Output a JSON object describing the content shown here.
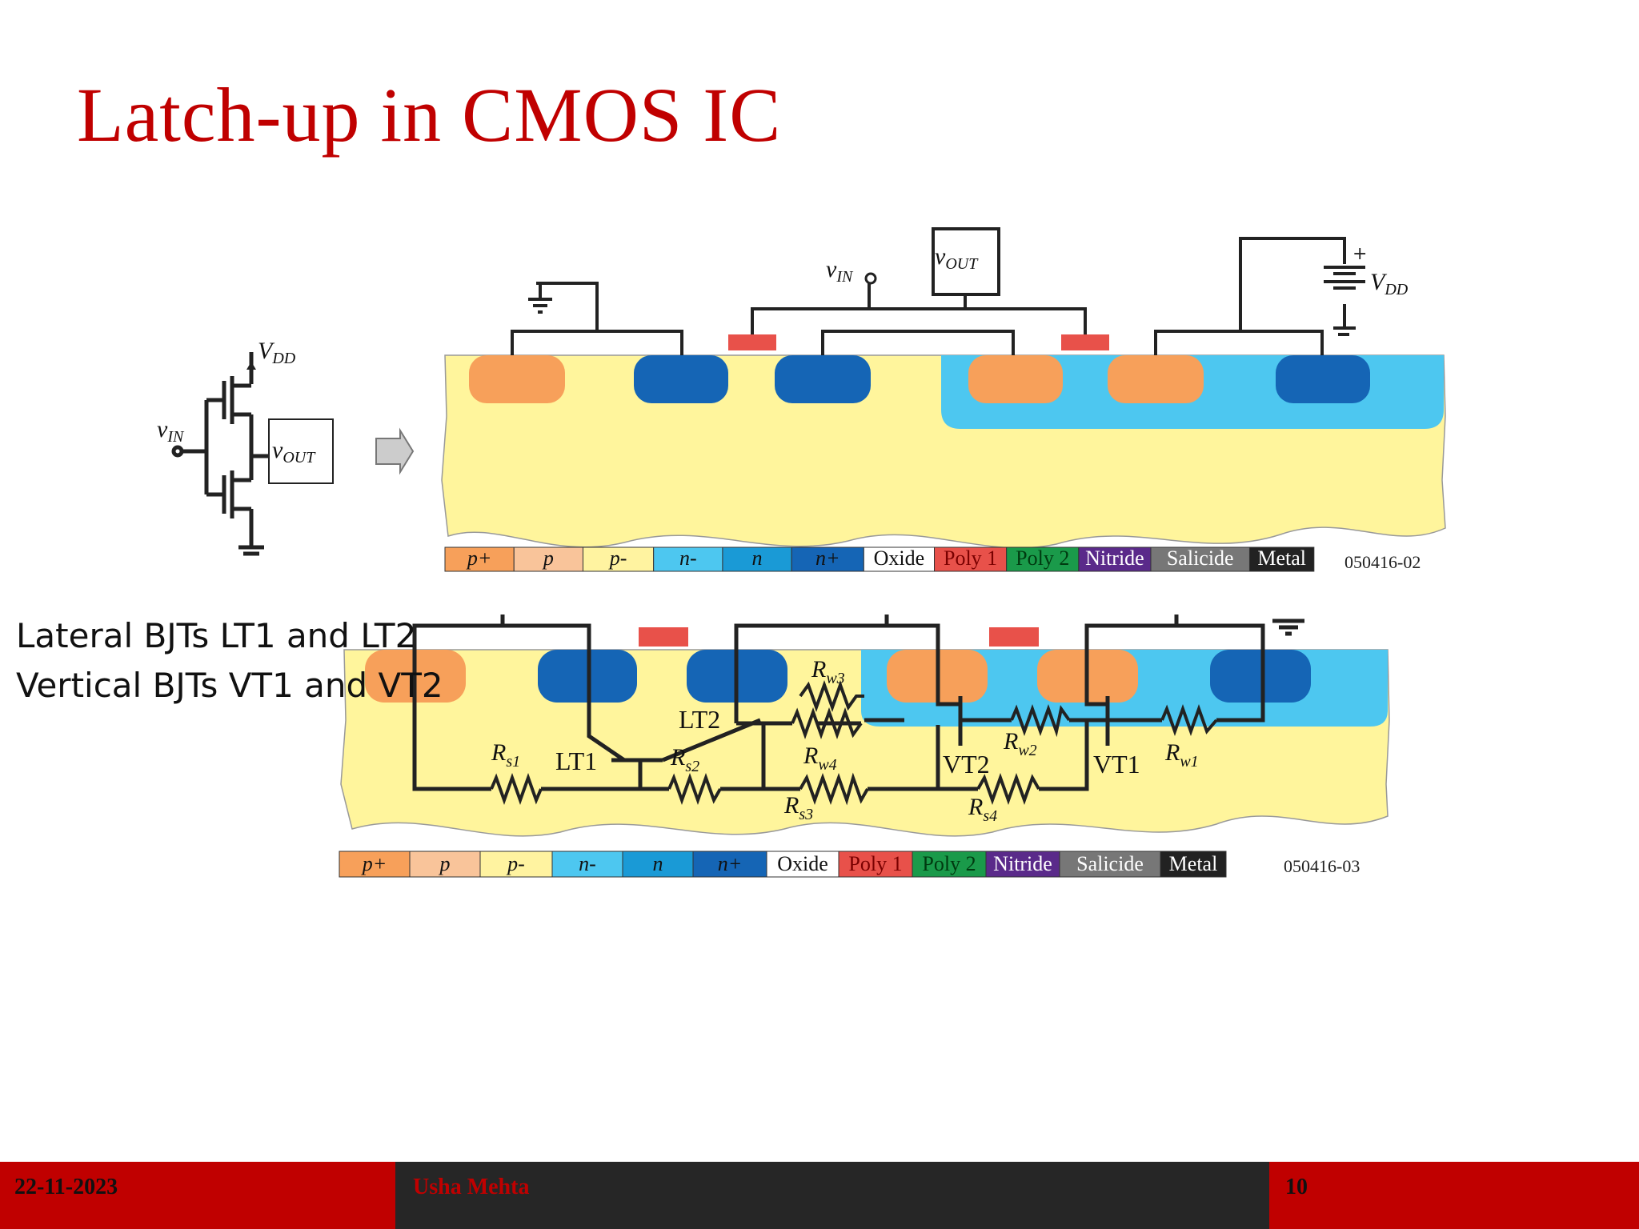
{
  "slide": {
    "title": "Latch-up in CMOS IC",
    "bullets": [
      "Lateral BJTs LT1 and LT2",
      "Vertical BJTs VT1 and VT2"
    ]
  },
  "diagram_top": {
    "labels": {
      "vin": "v",
      "vin_sub": "IN",
      "vout": "v",
      "vout_sub": "OUT",
      "vdd": "V",
      "vdd_sub": "DD"
    },
    "figure_code": "050416-02"
  },
  "diagram_bottom": {
    "transistors": [
      "LT1",
      "LT2",
      "VT1",
      "VT2"
    ],
    "resistors": {
      "rs1": [
        "R",
        "s1"
      ],
      "rs2": [
        "R",
        "s2"
      ],
      "rs3": [
        "R",
        "s3"
      ],
      "rs4": [
        "R",
        "s4"
      ],
      "rw1": [
        "R",
        "w1"
      ],
      "rw2": [
        "R",
        "w2"
      ],
      "rw3": [
        "R",
        "w3"
      ],
      "rw4": [
        "R",
        "w4"
      ]
    },
    "figure_code": "050416-03"
  },
  "legend": {
    "items": [
      {
        "label": "p+",
        "color": "#f7a05a"
      },
      {
        "label": "p",
        "color": "#f9c49a"
      },
      {
        "label": "p-",
        "color": "#fff3a0"
      },
      {
        "label": "n-",
        "color": "#4dc7f0"
      },
      {
        "label": "n",
        "color": "#1a9ad6"
      },
      {
        "label": "n+",
        "color": "#1565b5"
      },
      {
        "label": "Oxide",
        "color": "#ffffff"
      },
      {
        "label": "Poly 1",
        "color": "#e8514a"
      },
      {
        "label": "Poly 2",
        "color": "#1a9a4a"
      },
      {
        "label": "Nitride",
        "color": "#5a2a8a"
      },
      {
        "label": "Salicide",
        "color": "#777777"
      },
      {
        "label": "Metal",
        "color": "#222222"
      }
    ]
  },
  "footer": {
    "date": "22-11-2023",
    "author": "Usha Mehta",
    "page": "10"
  },
  "colors": {
    "title": "#c00000",
    "footer_red": "#c00000",
    "footer_dark": "#262626",
    "author": "#c00000"
  }
}
